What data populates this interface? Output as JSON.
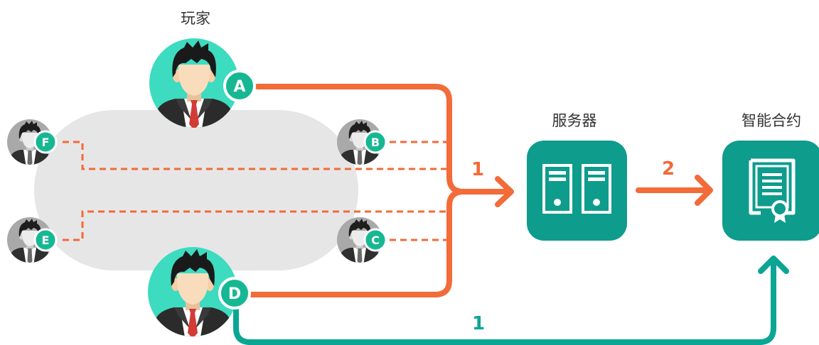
{
  "labels": {
    "players": "玩家",
    "server": "服务器",
    "contract": "智能合约"
  },
  "steps": {
    "to_server": "1",
    "to_contract": "2",
    "direct": "1"
  },
  "players": [
    {
      "id": "A",
      "active": true
    },
    {
      "id": "B",
      "active": false
    },
    {
      "id": "C",
      "active": false
    },
    {
      "id": "D",
      "active": true
    },
    {
      "id": "E",
      "active": false
    },
    {
      "id": "F",
      "active": false
    }
  ],
  "colors": {
    "orange": "#f26b38",
    "teal": "#0ba594",
    "server_bg": "#0e9c8d",
    "avatar_bg": "#3ddbc0",
    "badge": "#18b794",
    "table": "#e6e6e6"
  },
  "icons": {
    "server": "server-icon",
    "contract": "certificate-icon",
    "player": "person-icon"
  }
}
